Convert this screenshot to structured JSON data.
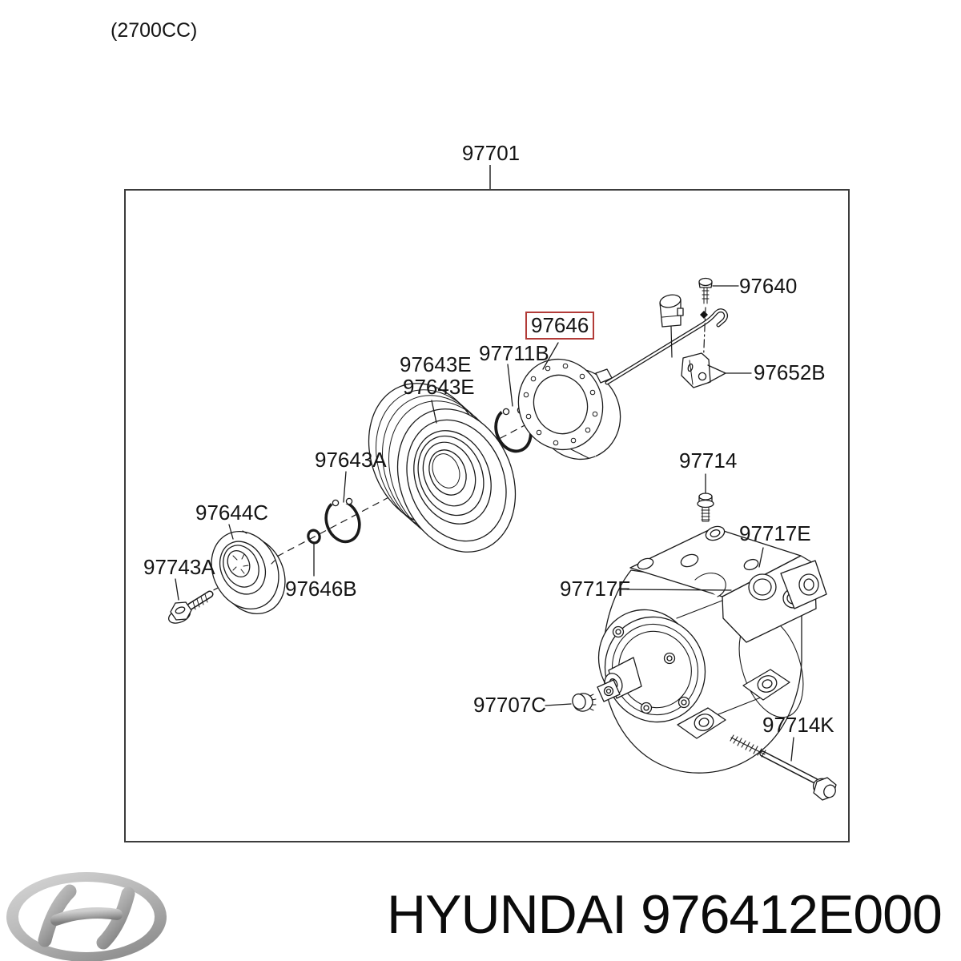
{
  "engine_variant": "(2700CC)",
  "assembly_label": "97701",
  "highlighted_part": {
    "id": "97646",
    "box_color": "#b23b38"
  },
  "parts": [
    {
      "id": "97640"
    },
    {
      "id": "97711B"
    },
    {
      "id": "97643E"
    },
    {
      "id": "97643E"
    },
    {
      "id": "97652B"
    },
    {
      "id": "97643A"
    },
    {
      "id": "97644C"
    },
    {
      "id": "97714"
    },
    {
      "id": "97717E"
    },
    {
      "id": "97743A"
    },
    {
      "id": "97717F"
    },
    {
      "id": "97646B"
    },
    {
      "id": "97707C"
    },
    {
      "id": "97714K"
    }
  ],
  "footer": {
    "brand": "HYUNDAI",
    "part_number": "976412E000",
    "logo": "hyundai-logo"
  },
  "colors": {
    "line": "#1a1a1a",
    "highlight_box": "#b23b38",
    "border": "#3c3c3c"
  }
}
